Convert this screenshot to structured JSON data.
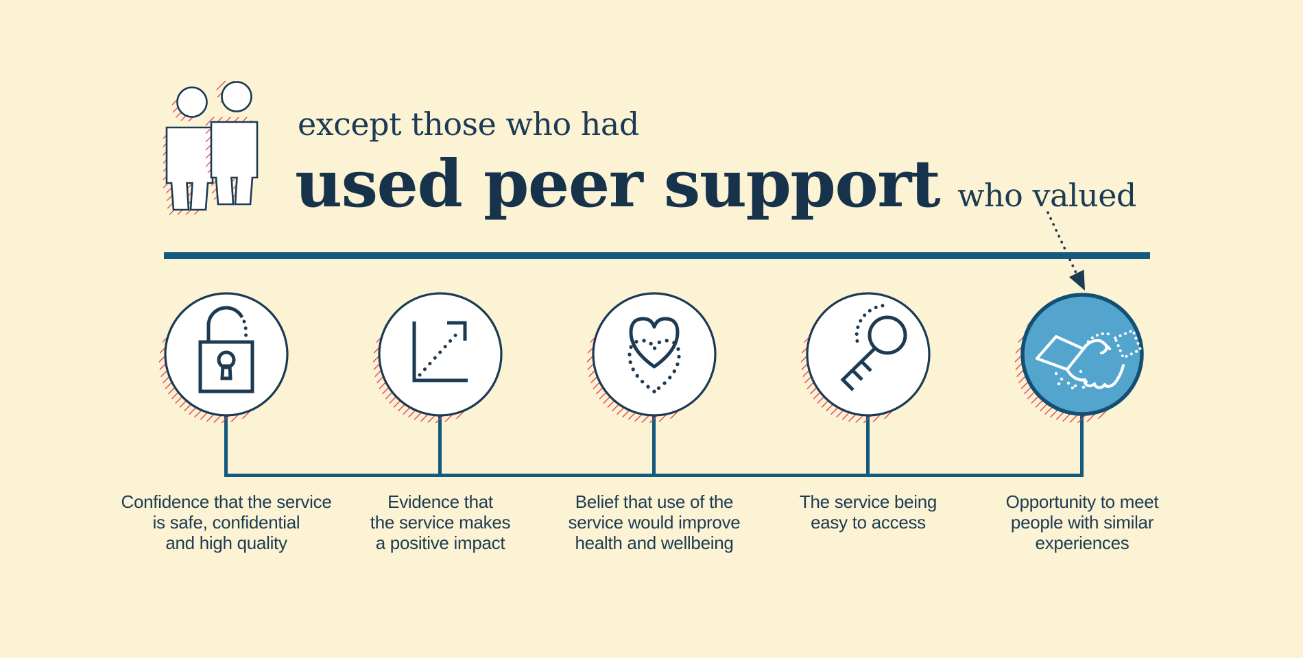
{
  "header": {
    "kicker": "except those who had",
    "title": "used peer support",
    "annotation": "who valued"
  },
  "items": [
    {
      "icon": "padlock-icon",
      "highlighted": false,
      "label": "Confidence that the service\nis safe, confidential\nand high quality"
    },
    {
      "icon": "line-chart-icon",
      "highlighted": false,
      "label": "Evidence that\nthe service makes\na positive impact"
    },
    {
      "icon": "heart-icon",
      "highlighted": false,
      "label": "Belief that use of the\nservice would improve\nhealth and wellbeing"
    },
    {
      "icon": "key-icon",
      "highlighted": false,
      "label": "The service being\neasy to access"
    },
    {
      "icon": "handshake-icon",
      "highlighted": true,
      "label": "Opportunity to meet\npeople with similar\nexperiences"
    }
  ],
  "palette": {
    "background": "#FBF3D3",
    "ink_navy": "#1B3A54",
    "title_navy": "#17334C",
    "line_teal": "#14597E",
    "hatch_red": "#E3314B",
    "node_fill": "#FFFFFF",
    "highlight_fill": "#53A5CD",
    "highlight_stroke": "#134F72",
    "label_navy": "#1C3B52"
  }
}
